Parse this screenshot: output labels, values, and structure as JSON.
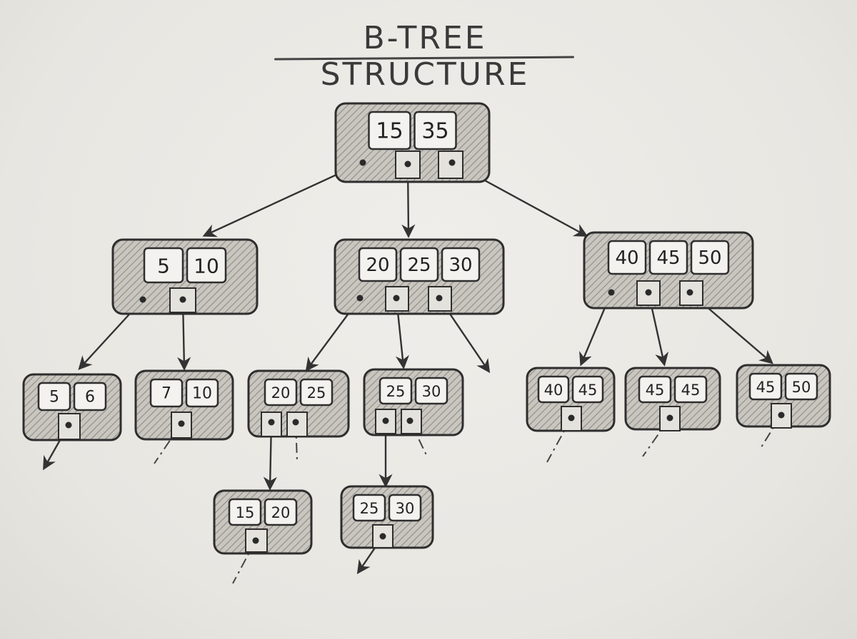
{
  "title": "B-TREE STRUCTURE",
  "tree": {
    "root": {
      "keys": [
        "15",
        "35"
      ]
    },
    "level1": [
      {
        "keys": [
          "5",
          "10"
        ]
      },
      {
        "keys": [
          "20",
          "25",
          "30"
        ]
      },
      {
        "keys": [
          "40",
          "45",
          "50"
        ]
      }
    ],
    "level2": [
      {
        "keys": [
          "5",
          "6"
        ]
      },
      {
        "keys": [
          "7",
          "10"
        ]
      },
      {
        "keys": [
          "20",
          "25"
        ]
      },
      {
        "keys": [
          "25",
          "30"
        ]
      },
      {
        "keys": [
          "40",
          "45"
        ]
      },
      {
        "keys": [
          "45",
          "45"
        ]
      },
      {
        "keys": [
          "45",
          "50"
        ]
      }
    ],
    "level3": [
      {
        "keys": [
          "15",
          "20"
        ]
      },
      {
        "keys": [
          "25",
          "30"
        ]
      }
    ]
  }
}
